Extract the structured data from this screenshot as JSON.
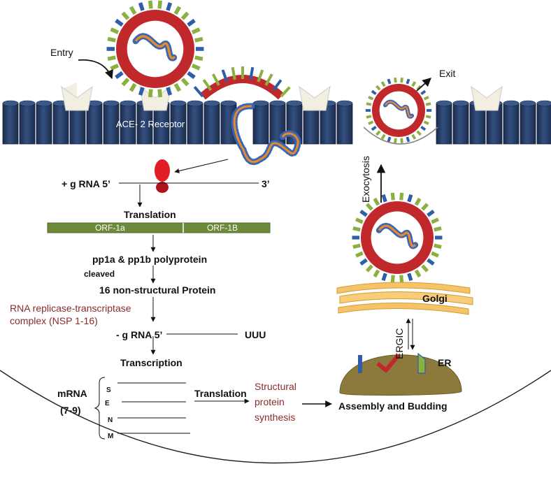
{
  "labels": {
    "entry": "Entry",
    "exit": "Exit",
    "receptor": "ACE- 2 Receptor",
    "exocytosis": "Exocytosis",
    "plus_rna": "+ g RNA 5’",
    "three_prime": "3’",
    "translation1": "Translation",
    "orf1a": "ORF-1a",
    "orf1b": "ORF-1B",
    "polyprotein": "pp1a & pp1b polyprotein",
    "cleaved": "cleaved",
    "nsp": "16 non-structural Protein",
    "replicase_line1": "RNA replicase-transcriptase",
    "replicase_line2": "complex (NSP 1-16)",
    "minus_rna": "- g RNA 5’",
    "uuu": "UUU",
    "transcription": "Transcription",
    "mrna_line1": "mRNA",
    "mrna_line2": "(7-9)",
    "s": "S",
    "e": "E",
    "n": "N",
    "m": "M",
    "translation2": "Translation",
    "structural_line1": "Structural",
    "structural_line2": "protein",
    "structural_line3": "synthesis",
    "assembly": "Assembly and Budding",
    "golgi": "Golgi",
    "ergic": "ERGIC",
    "er": "ER"
  },
  "colors": {
    "membrane_dark": "#1e3157",
    "membrane_mid": "#2e4a7c",
    "receptor": "#f2efe0",
    "virus_red": "#c0282c",
    "spike_green": "#8cb040",
    "spike_blue": "#2f5da8",
    "rna_orange": "#e8892c",
    "rna_blue": "#3a66b4",
    "orf_green": "#6d8a3a",
    "golgi": "#f5c46a",
    "er": "#8c7a3c",
    "maroon_text": "#8a2b2b"
  }
}
